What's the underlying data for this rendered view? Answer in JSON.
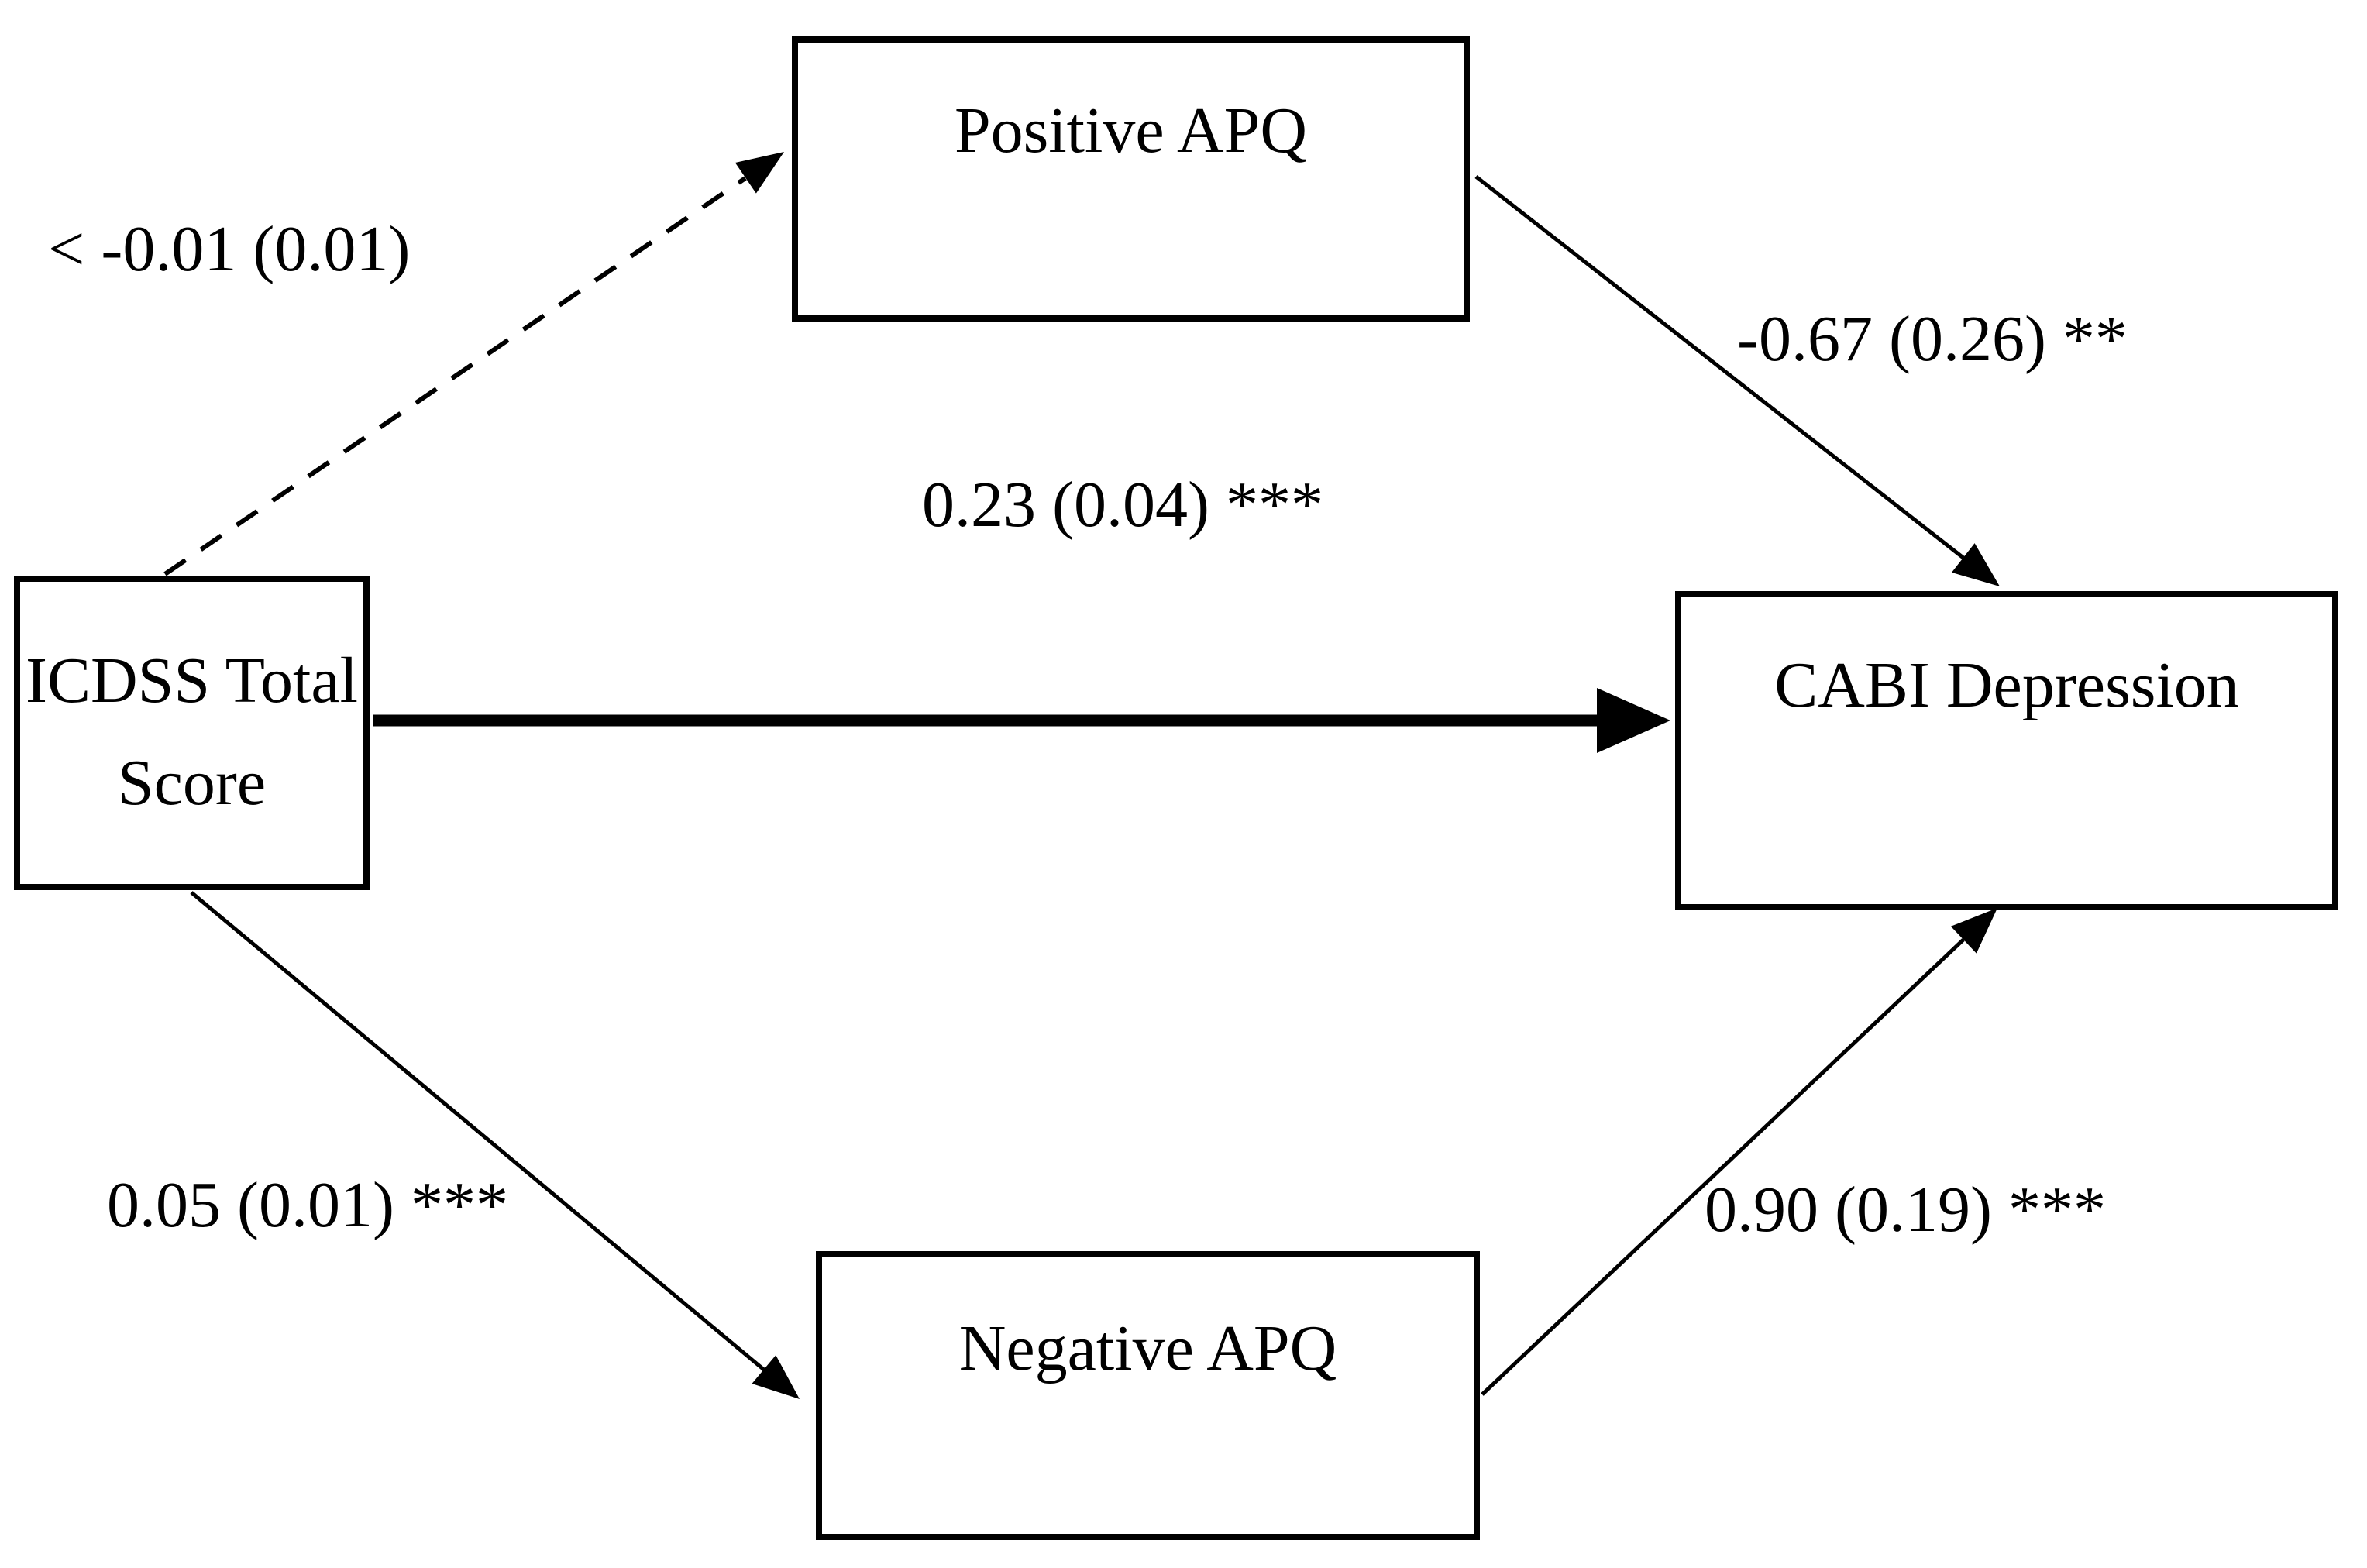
{
  "diagram": {
    "type": "mediation-path-model",
    "background_color": "#ffffff",
    "line_color": "#000000",
    "box_border_color": "#000000",
    "nodes": {
      "icdss": {
        "label": "ICDSS Total Score",
        "line1": "ICDSS Total",
        "line2": "Score",
        "role": "predictor"
      },
      "positive_apq": {
        "label": "Positive APQ",
        "role": "mediator"
      },
      "negative_apq": {
        "label": "Negative APQ",
        "role": "mediator"
      },
      "cabi": {
        "label": "CABI Depression",
        "role": "outcome"
      }
    },
    "paths": [
      {
        "from": "ICDSS Total Score",
        "to": "Positive APQ",
        "label": "< -0.01 (0.01)",
        "estimate": "< -0.01",
        "se": "0.01",
        "significance": "",
        "style": "dashed"
      },
      {
        "from": "ICDSS Total Score",
        "to": "CABI Depression",
        "label": "0.23 (0.04) ***",
        "estimate": "0.23",
        "se": "0.04",
        "significance": "***",
        "style": "solid-thick"
      },
      {
        "from": "ICDSS Total Score",
        "to": "Negative APQ",
        "label": "0.05 (0.01) ***",
        "estimate": "0.05",
        "se": "0.01",
        "significance": "***",
        "style": "solid"
      },
      {
        "from": "Positive APQ",
        "to": "CABI Depression",
        "label": "-0.67 (0.26) **",
        "estimate": "-0.67",
        "se": "0.26",
        "significance": "**",
        "style": "solid"
      },
      {
        "from": "Negative APQ",
        "to": "CABI Depression",
        "label": "0.90 (0.19) ***",
        "estimate": "0.90",
        "se": "0.19",
        "significance": "***",
        "style": "solid"
      }
    ]
  }
}
